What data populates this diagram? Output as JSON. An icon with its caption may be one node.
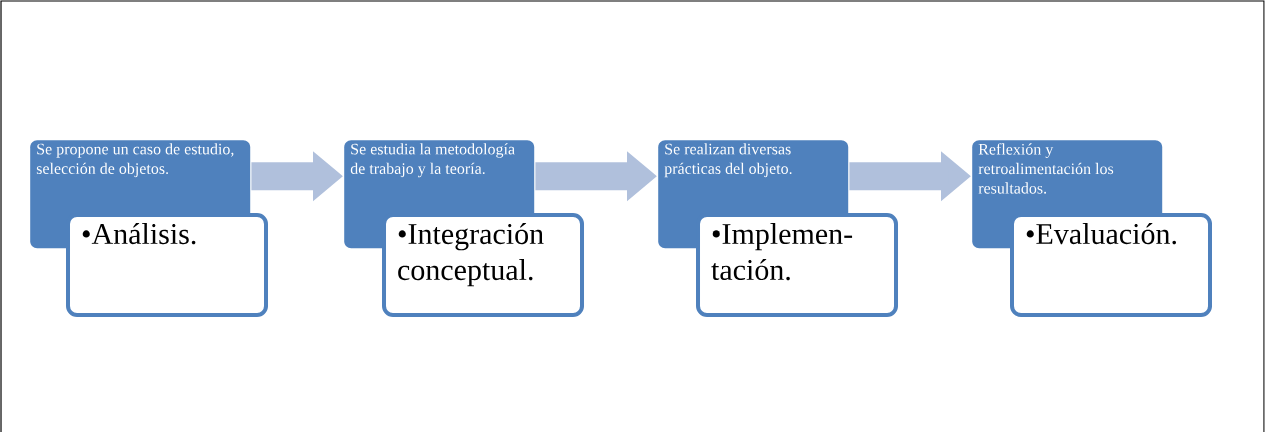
{
  "diagram": {
    "nodes": [
      {
        "text": [
          "Se propone un caso de estudio, selección de objetos."
        ]
      },
      {
        "text": [
          "•Análisis."
        ]
      },
      {
        "text": [
          "Se estudia la metodología de trabajo y la teoría."
        ]
      },
      {
        "text": [
          "•Integración conceptual."
        ]
      },
      {
        "text": [
          "Se realizan diversas prácticas del objeto."
        ]
      },
      {
        "text": [
          "•Implemen- tación."
        ]
      },
      {
        "text": [
          "Reflexión y retroalimentación los resultados."
        ]
      },
      {
        "text": [
          "•Evaluación."
        ]
      }
    ],
    "edges": [
      {
        "from": 0,
        "to": 2,
        "arrow": "to"
      },
      {
        "from": 2,
        "to": 4,
        "arrow": "to"
      },
      {
        "from": 4,
        "to": 6,
        "arrow": "to"
      }
    ]
  }
}
